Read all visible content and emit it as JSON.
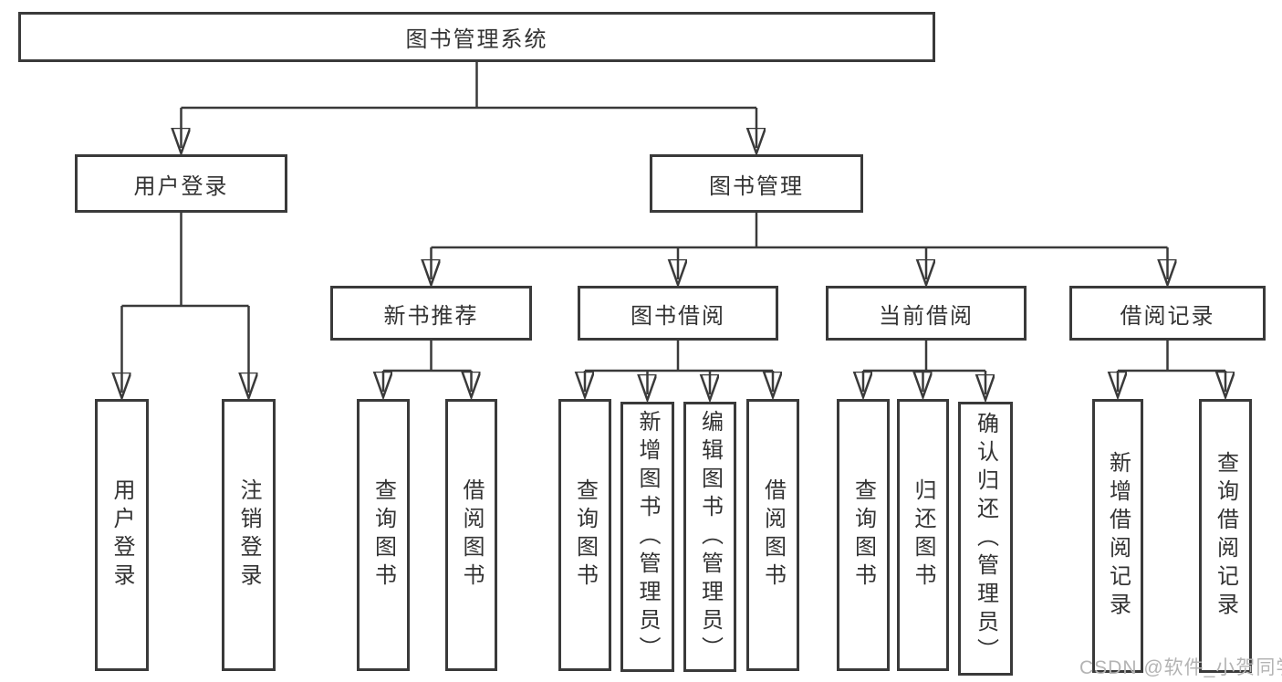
{
  "diagram": {
    "root": "图书管理系统",
    "level2": {
      "user_login": "用户登录",
      "book_management": "图书管理"
    },
    "level3": {
      "new_book": "新书推荐",
      "book_borrow": "图书借阅",
      "current_borrow": "当前借阅",
      "borrow_record": "借阅记录"
    },
    "leaves": {
      "user_login_1": "用户登录",
      "user_login_2": "注销登录",
      "new_book_1": "查询图书",
      "new_book_2": "借阅图书",
      "book_borrow_1": "查询图书",
      "book_borrow_2": "新增图书（管理员）",
      "book_borrow_3": "编辑图书（管理员）",
      "book_borrow_4": "借阅图书",
      "current_borrow_1": "查询图书",
      "current_borrow_2": "归还图书",
      "current_borrow_3": "确认归还（管理员）",
      "borrow_record_1": "新增借阅记录",
      "borrow_record_2": "查询借阅记录"
    }
  },
  "watermark": "CSDN @软件_小贺同学",
  "colors": {
    "line": "#3a3a3a",
    "box_border": "#3a3a3a",
    "text": "#333333",
    "watermark": "#b4b4b4",
    "background": "#ffffff"
  }
}
